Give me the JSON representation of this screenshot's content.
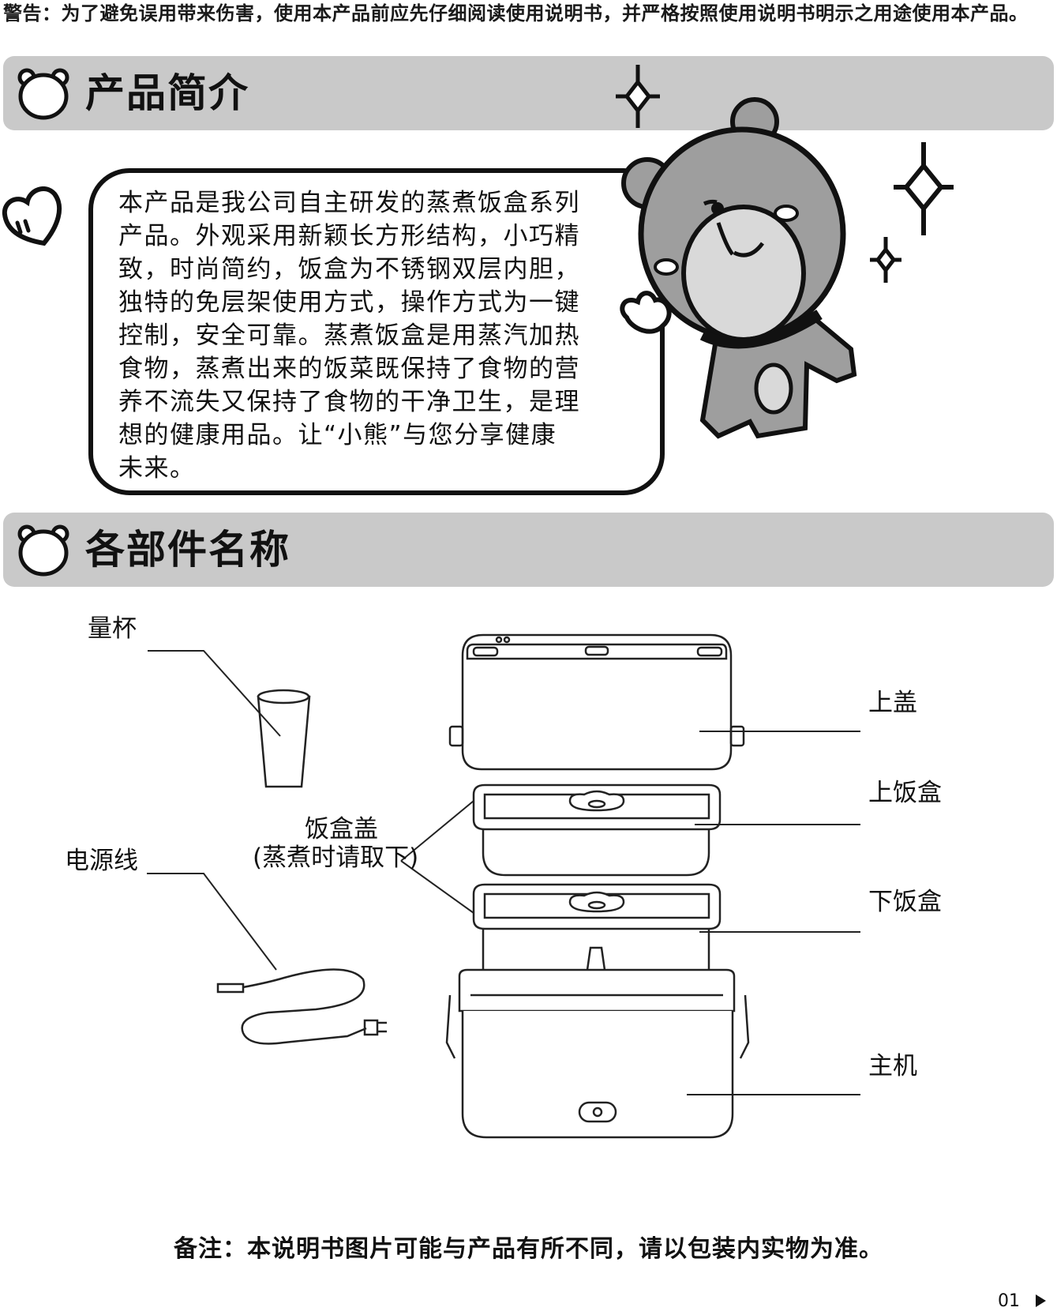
{
  "warning": "警告：为了避免误用带来伤害，使用本产品前应先仔细阅读使用说明书，并严格按照使用说明书明示之用途使用本产品。",
  "sections": {
    "intro_title": "产品简介",
    "parts_title": "各部件名称"
  },
  "intro": {
    "lines": [
      "本产品是我公司自主研发的蒸煮饭盒系列",
      "产品。外观采用新颖长方形结构，小巧精",
      "致，时尚简约，饭盒为不锈钢双层内胆，",
      "独特的免层架使用方式，操作方式为一键",
      "控制，安全可靠。蒸煮饭盒是用蒸汽加热",
      "食物，蒸煮出来的饭菜既保持了食物的营",
      "养不流失又保持了食物的干净卫生，是理",
      "想的健康用品。让“小熊”与您分享健康",
      "未来。"
    ]
  },
  "parts": {
    "measuring_cup": "量杯",
    "power_cord": "电源线",
    "box_lid": "饭盒盖",
    "box_lid_note": "(蒸煮时请取下)",
    "top_cover": "上盖",
    "upper_box": "上饭盒",
    "lower_box": "下饭盒",
    "main_unit": "主机"
  },
  "footer": {
    "note": "备注：本说明书图片可能与产品有所不同，请以包装内实物为准。",
    "page": "01"
  },
  "icons": [
    "bear-head-icon",
    "heart-icon",
    "sparkle-icon",
    "arrow-right-icon"
  ],
  "colors": {
    "bar_bg": "#c9c9c9",
    "bear_fill": "#9e9e9e",
    "face_fill": "#d9d9d9",
    "ink": "#111111"
  }
}
